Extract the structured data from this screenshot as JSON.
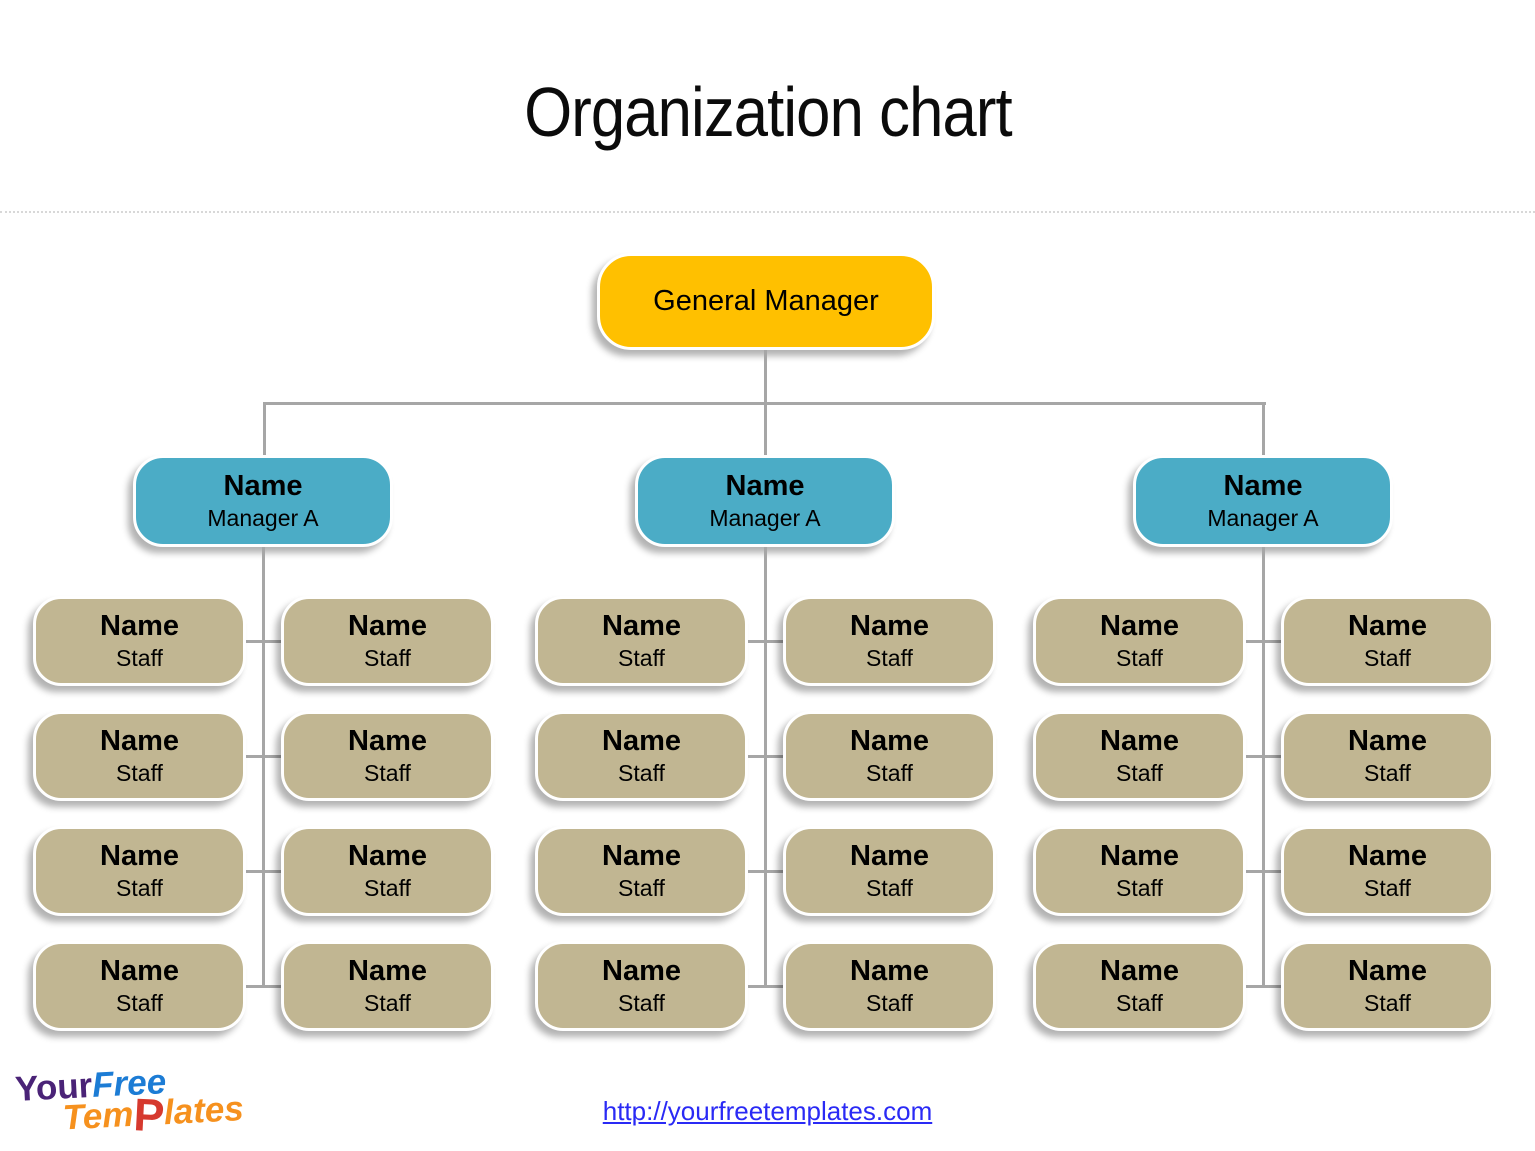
{
  "title": "Organization chart",
  "root": {
    "label": "General Manager"
  },
  "groups": [
    {
      "manager": {
        "name": "Name",
        "role": "Manager A"
      },
      "staff": [
        {
          "name": "Name",
          "role": "Staff"
        },
        {
          "name": "Name",
          "role": "Staff"
        },
        {
          "name": "Name",
          "role": "Staff"
        },
        {
          "name": "Name",
          "role": "Staff"
        },
        {
          "name": "Name",
          "role": "Staff"
        },
        {
          "name": "Name",
          "role": "Staff"
        },
        {
          "name": "Name",
          "role": "Staff"
        },
        {
          "name": "Name",
          "role": "Staff"
        }
      ]
    },
    {
      "manager": {
        "name": "Name",
        "role": "Manager A"
      },
      "staff": [
        {
          "name": "Name",
          "role": "Staff"
        },
        {
          "name": "Name",
          "role": "Staff"
        },
        {
          "name": "Name",
          "role": "Staff"
        },
        {
          "name": "Name",
          "role": "Staff"
        },
        {
          "name": "Name",
          "role": "Staff"
        },
        {
          "name": "Name",
          "role": "Staff"
        },
        {
          "name": "Name",
          "role": "Staff"
        },
        {
          "name": "Name",
          "role": "Staff"
        }
      ]
    },
    {
      "manager": {
        "name": "Name",
        "role": "Manager A"
      },
      "staff": [
        {
          "name": "Name",
          "role": "Staff"
        },
        {
          "name": "Name",
          "role": "Staff"
        },
        {
          "name": "Name",
          "role": "Staff"
        },
        {
          "name": "Name",
          "role": "Staff"
        },
        {
          "name": "Name",
          "role": "Staff"
        },
        {
          "name": "Name",
          "role": "Staff"
        },
        {
          "name": "Name",
          "role": "Staff"
        },
        {
          "name": "Name",
          "role": "Staff"
        }
      ]
    }
  ],
  "footer": {
    "logo": {
      "your": "Your",
      "free": "Free",
      "tem": "Tem",
      "p": "P",
      "lates": "lates"
    },
    "link_text": "http://yourfreetemplates.com"
  },
  "colors": {
    "root_fill": "#FFC000",
    "manager_fill": "#4BACC6",
    "staff_fill": "#C1B692",
    "connector": "#A6A6A6",
    "link": "#2A2AF5",
    "logo_purple": "#4A2377",
    "logo_blue": "#1C7CD5",
    "logo_orange": "#F6911E",
    "logo_red": "#D6392E"
  }
}
